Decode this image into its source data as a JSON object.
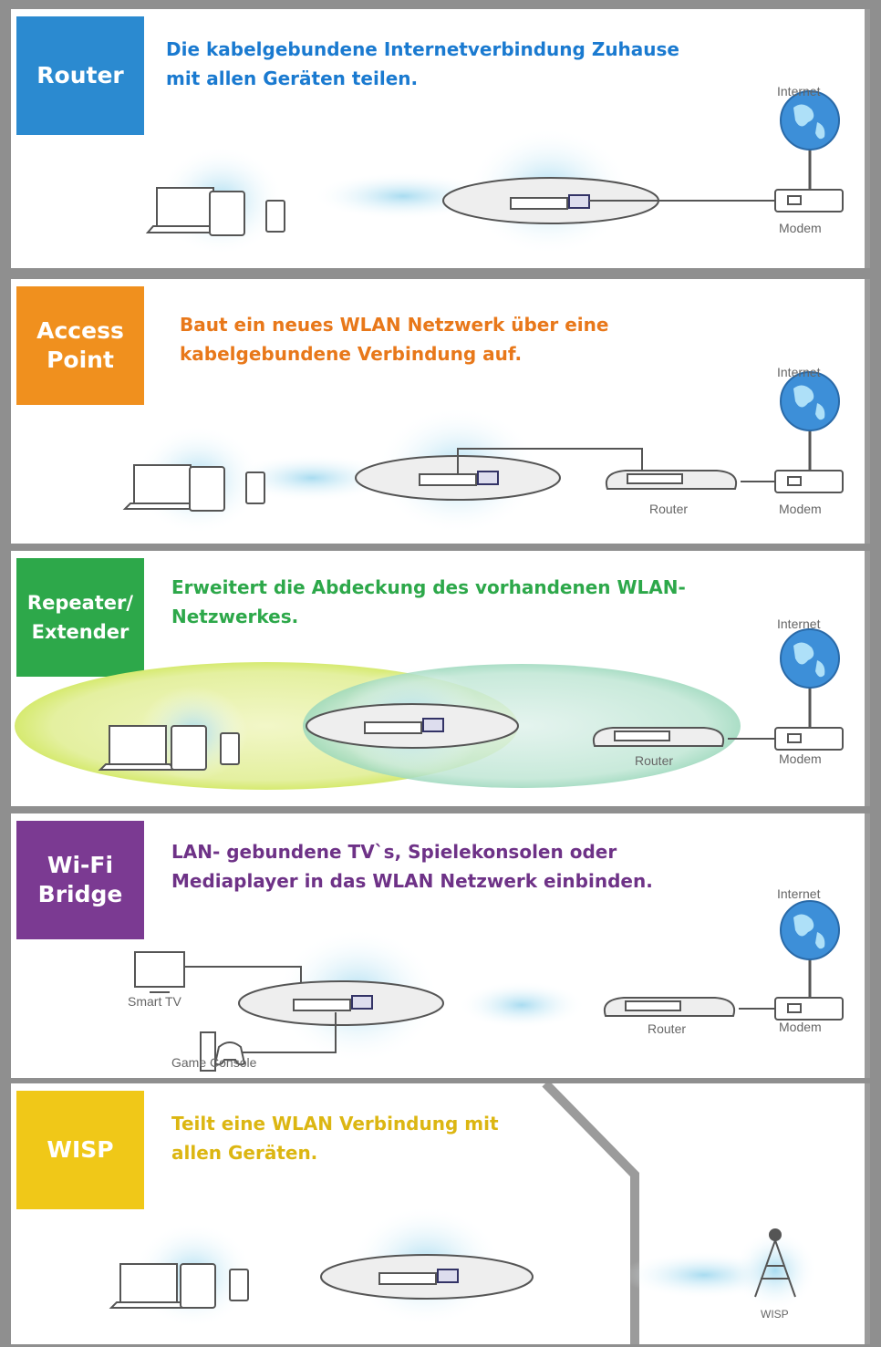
{
  "colors": {
    "router": "#2b8ad0",
    "access_point": "#f0901e",
    "repeater": "#2da84a",
    "bridge": "#7b3a92",
    "wisp": "#f0c818",
    "device_stroke": "#555555",
    "glow": "#7ec8e3"
  },
  "router": {
    "badge": "Router",
    "headline": "Die kabelgebundene Internetverbindung Zuhause mit allen Geräten teilen.",
    "internet": "Internet",
    "modem": "Modem"
  },
  "access_point": {
    "badge": "Access Point",
    "headline": "Baut ein neues WLAN Netzwerk über eine kabelgebundene  Verbindung auf.",
    "internet": "Internet",
    "router": "Router",
    "modem": "Modem"
  },
  "repeater": {
    "badge": "Repeater/ Extender",
    "headline": "Erweitert die Abdeckung des vorhandenen WLAN- Netzwerkes.",
    "internet": "Internet",
    "router": "Router",
    "modem": "Modem"
  },
  "bridge": {
    "badge": "Wi-Fi Bridge",
    "headline": "LAN- gebundene TV`s, Spielekonsolen oder Mediaplayer in das WLAN Netzwerk einbinden.",
    "internet": "Internet",
    "smart_tv": "Smart TV",
    "game_console": "Game Console",
    "router": "Router",
    "modem": "Modem"
  },
  "wisp": {
    "badge": "WISP",
    "headline": "Teilt eine WLAN Verbindung mit allen Geräten.",
    "wisp_label": "WISP"
  }
}
